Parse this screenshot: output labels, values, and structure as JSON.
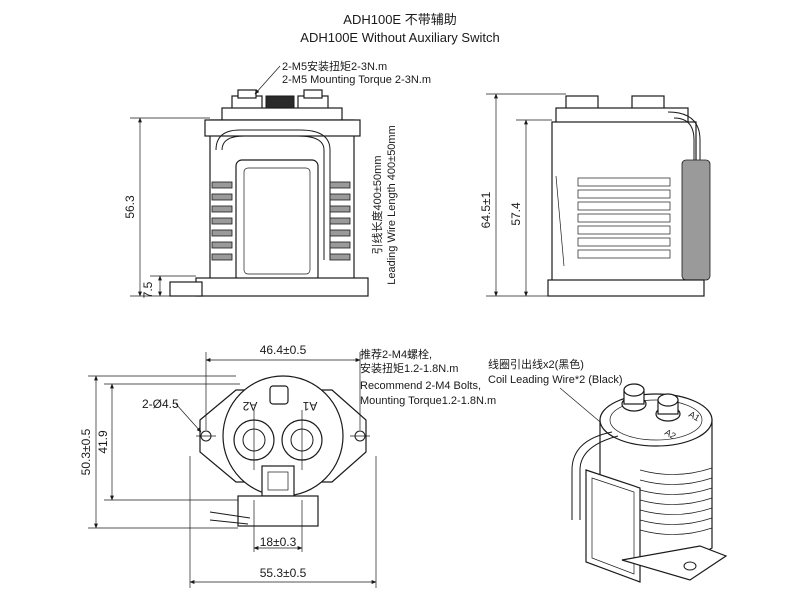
{
  "title": {
    "zh": "ADH100E 不带辅助",
    "en": "ADH100E Without Auxiliary Switch"
  },
  "front_view": {
    "callout_terminal_zh": "2-M5安装扭矩2-3N.m",
    "callout_terminal_en": "2-M5 Mounting Torque 2-3N.m",
    "dim_height": "56.3",
    "dim_base": "7.5",
    "wire_length_zh": "引线长度400±50mm",
    "wire_length_en": "Leading Wire Length 400±50mm"
  },
  "side_view": {
    "dim_overall": "64.5±1",
    "dim_body": "57.4"
  },
  "top_view": {
    "dim_width_mount": "46.4±0.5",
    "dim_width_total": "55.3±0.5",
    "dim_terminal_spacing": "18±0.3",
    "dim_height_total": "50.3±0.5",
    "dim_height_body": "41.9",
    "hole_label": "2-Ø4.5",
    "terminal_a2": "A2",
    "terminal_a1": "A1",
    "bolt_note_zh_1": "推荐2-M4螺栓,",
    "bolt_note_zh_2": "安装扭矩1.2-1.8N.m",
    "bolt_note_en_1": "Recommend 2-M4 Bolts,",
    "bolt_note_en_2": "Mounting Torque1.2-1.8N.m"
  },
  "iso_view": {
    "coil_wire_zh": "线圈引出线x2(黑色)",
    "coil_wire_en": "Coil Leading Wire*2 (Black)",
    "terminal_a1": "A1",
    "terminal_a2": "A2"
  }
}
